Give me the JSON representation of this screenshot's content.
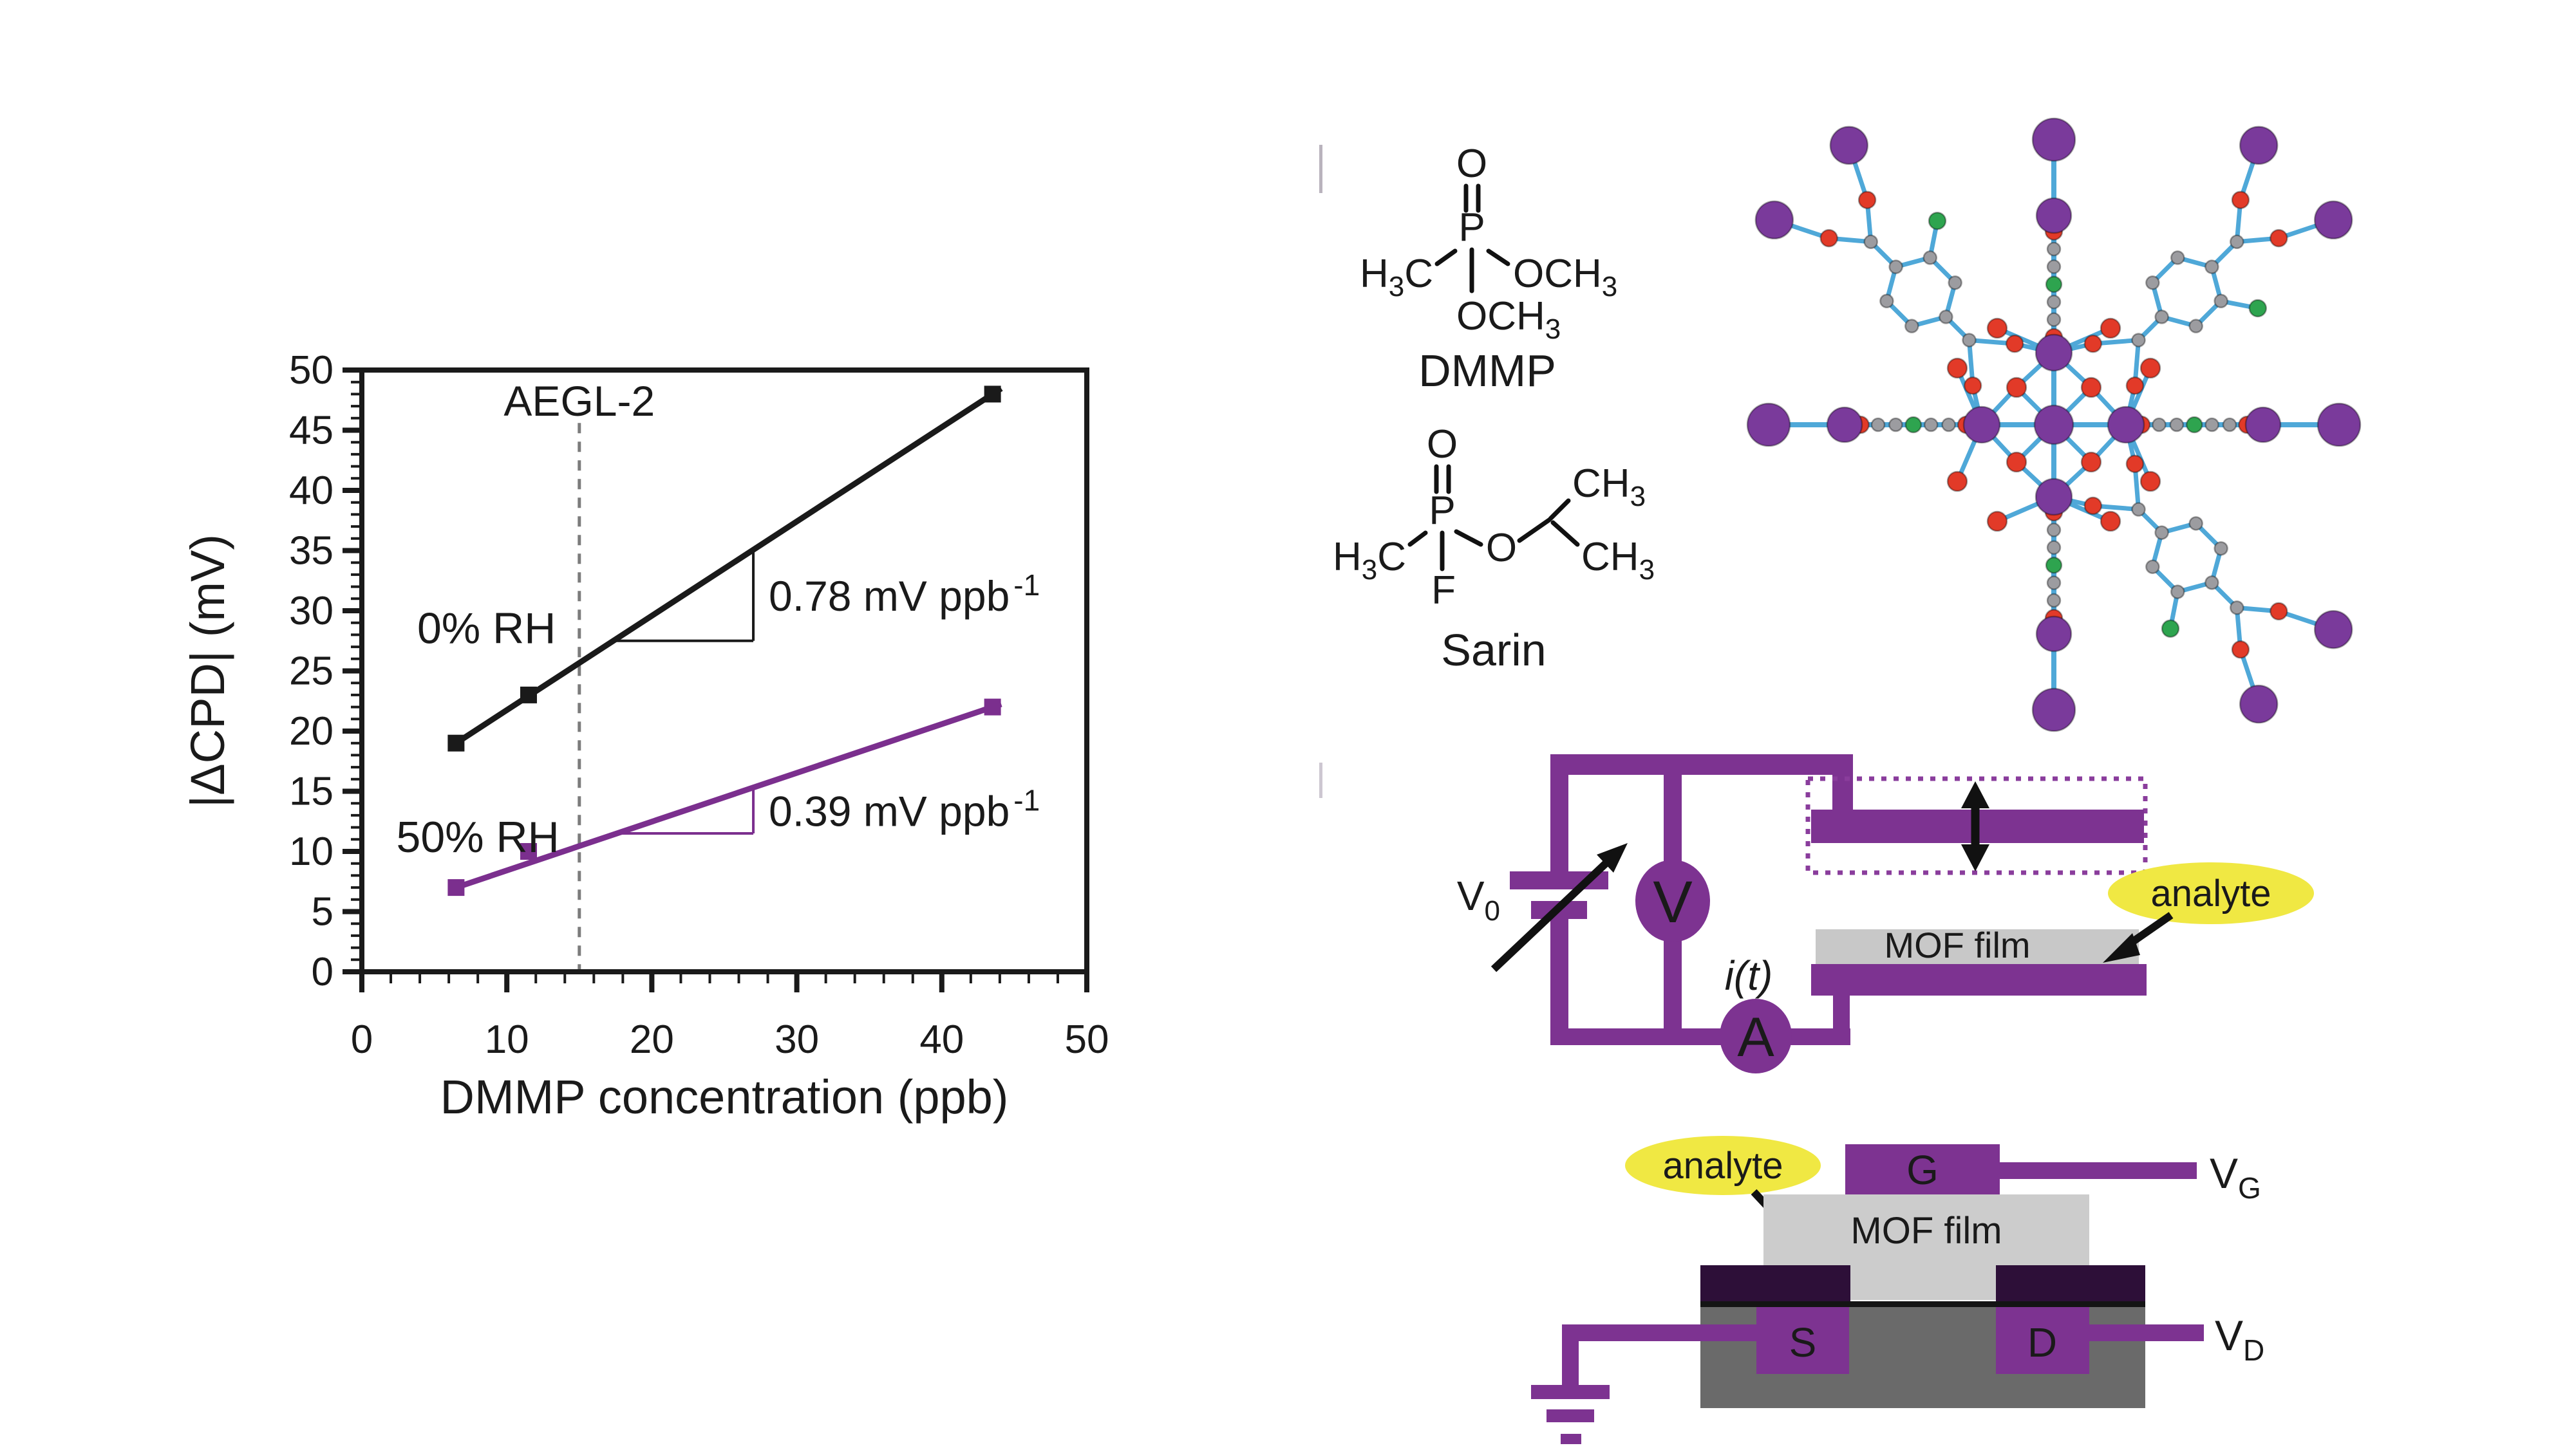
{
  "colors": {
    "device_purple": "#7d3391",
    "chart_purple": "#7b2f8e",
    "chart_black": "#1a1a1a",
    "annotation_gray": "#7c7c7c",
    "analyte_yellow": "#f0e843",
    "mof_film_gray": "#c8c8c8",
    "substrate_gray": "#6a6a6a",
    "dielectric_dark": "#2d0f38"
  },
  "chart_data": {
    "type": "line",
    "title": "",
    "xlabel": "DMMP concentration (ppb)",
    "ylabel": "|ΔCPD| (mV)",
    "xlim": [
      0,
      50
    ],
    "ylim": [
      0,
      50
    ],
    "x_major_ticks": [
      0,
      10,
      20,
      30,
      40,
      50
    ],
    "x_minor_step": 2,
    "y_major_ticks": [
      0,
      5,
      10,
      15,
      20,
      25,
      30,
      35,
      40,
      45,
      50
    ],
    "y_minor_step": 1,
    "grid": false,
    "legend_position": "none",
    "vline": {
      "x": 15,
      "label": "AEGL-2",
      "label_y": 46.2,
      "color": "#7c7c7c"
    },
    "series": [
      {
        "name": "0% RH",
        "color": "#1a1a1a",
        "x": [
          6.5,
          11.5,
          43.5
        ],
        "y": [
          19,
          23,
          48
        ],
        "name_anchor": [
          8.6,
          27.3
        ],
        "slope_triangle": {
          "x2": 27,
          "base_y": 27.5
        },
        "slope_label": "0.78 mV ppb",
        "slope_sup": "-1"
      },
      {
        "name": "50% RH",
        "color": "#7b2f8e",
        "x": [
          6.5,
          11.5,
          43.5
        ],
        "y": [
          7,
          10,
          22
        ],
        "name_anchor": [
          8.0,
          9.95
        ],
        "slope_triangle": {
          "x2": 27,
          "base_y": 11.5
        },
        "slope_label": "0.39 mV ppb",
        "slope_sup": "-1"
      }
    ]
  },
  "molecules": {
    "dmmp": {
      "o_top": "O",
      "p": "P",
      "h3c_h": "H",
      "h3c_sub": "3",
      "h3c_c": "C",
      "och3_right_main": "OCH",
      "och3_right_sub": "3",
      "och3_down_main": "OCH",
      "och3_down_sub": "3",
      "label": "DMMP"
    },
    "sarin": {
      "o_top": "O",
      "p": "P",
      "h3c_h": "H",
      "h3c_sub": "3",
      "h3c_c": "C",
      "f": "F",
      "o_ether": "O",
      "ch3_top_main": "CH",
      "ch3_top_sub": "3",
      "ch3_right_main": "CH",
      "ch3_right_sub": "3",
      "label": "Sarin"
    }
  },
  "mof": {
    "atom_colors": {
      "metal": "#7a3a9b",
      "oxygen": "#e23a28",
      "carbon": "#9c9ca0",
      "halogen": "#2ea44f",
      "bond": "#4fa8d8"
    }
  },
  "kelvin_probe": {
    "v0_main": "V",
    "v0_sub": "0",
    "voltmeter": "V",
    "ammeter": "A",
    "current": "i(t)",
    "film": "MOF film",
    "analyte": "analyte"
  },
  "transistor": {
    "gate": "G",
    "source": "S",
    "drain": "D",
    "vg_main": "V",
    "vg_sub": "G",
    "vd_main": "V",
    "vd_sub": "D",
    "film": "MOF film",
    "analyte": "analyte"
  }
}
